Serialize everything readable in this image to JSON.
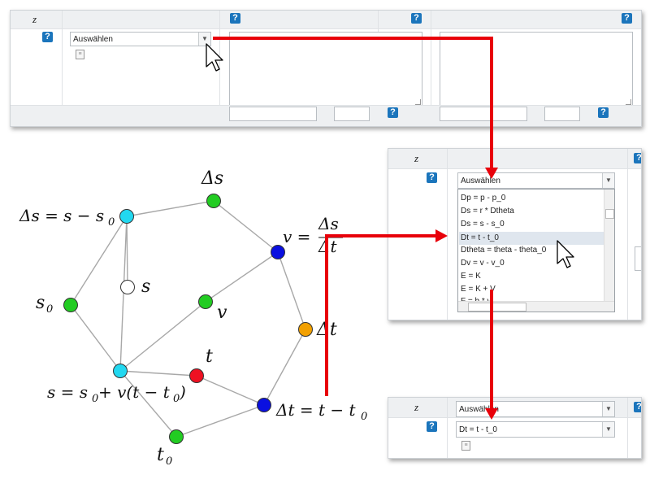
{
  "top_panel": {
    "z_label": "z",
    "help_glyph": "?",
    "select_value": "Auswählen"
  },
  "dropdown_panel": {
    "z_label": "z",
    "select_value": "Auswählen",
    "options": [
      "Dp = p - p_0",
      "Ds = r * Dtheta",
      "Ds = s - s_0",
      "Dt = t - t_0",
      "Dtheta = theta - theta_0",
      "Dv = v - v_0",
      "E = K",
      "E = K + V",
      "F = b * v"
    ],
    "highlighted_option": "Dt = t - t_0"
  },
  "result_panel": {
    "z_label": "z",
    "select_value": "Auswählen",
    "chosen_value": "Dt = t - t_0"
  },
  "graph": {
    "labels": {
      "delta_s": "Δs",
      "delta_s_def_lhs": "Δs = s − s",
      "sub0": "0",
      "s": "s",
      "s0": "s",
      "v": "v",
      "v_def_lhs": "v =",
      "v_num": "Δs",
      "v_den": "Δt",
      "delta_t": "Δt",
      "t": "t",
      "s_def": "s = s",
      "s_def_rest1": " + v(t − t",
      "s_def_rest2": ")",
      "delta_t_def": "Δt = t − t",
      "t0": "t"
    },
    "colors": {
      "cyan": "#22d8f0",
      "green": "#22cc22",
      "blue": "#0a10e0",
      "orange": "#f2a000",
      "red": "#ee1122",
      "white": "#ffffff",
      "arrow": "#e8000a"
    }
  }
}
